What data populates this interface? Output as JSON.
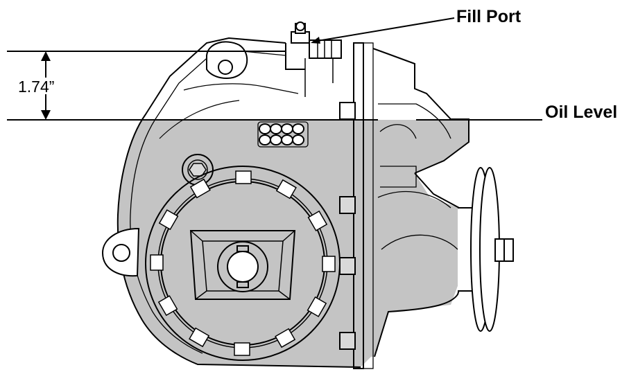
{
  "labels": {
    "fill_port": "Fill Port",
    "oil_level": "Oil Level",
    "dimension": "1.74”"
  },
  "colors": {
    "oil": "#c4c4c4",
    "line": "#000000",
    "background": "#ffffff"
  }
}
